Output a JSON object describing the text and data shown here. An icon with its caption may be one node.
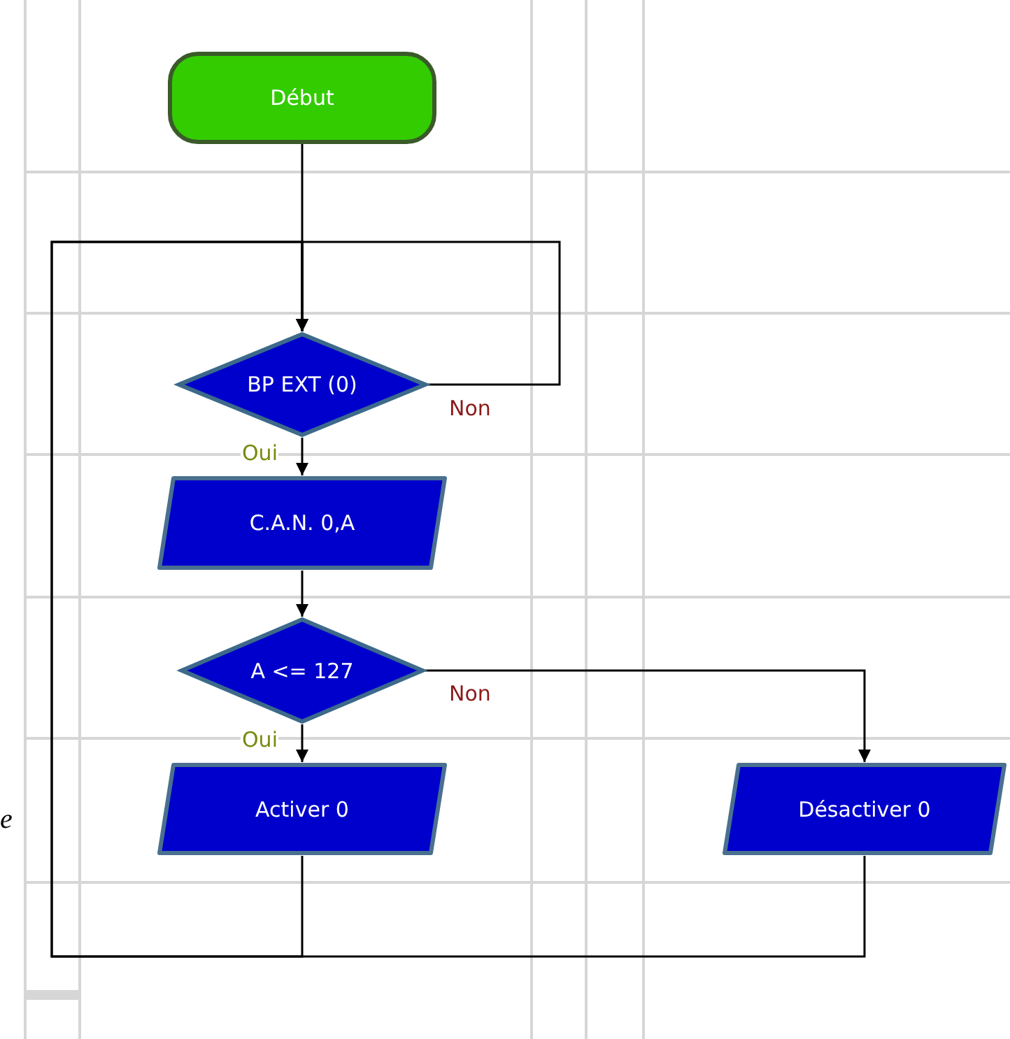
{
  "diagram": {
    "nodes": [
      {
        "text": [
          "Début"
        ]
      },
      {
        "text": [
          "BP EXT (0)"
        ]
      },
      {
        "text": [
          "C.A.N. 0,A"
        ]
      },
      {
        "text": [
          "A <= 127"
        ]
      },
      {
        "text": [
          "Activer 0"
        ]
      },
      {
        "text": [
          "Désactiver 0"
        ]
      }
    ],
    "edges": [
      {
        "from": 0,
        "to": 1,
        "arrow": "to"
      },
      {
        "from": 1,
        "to": 1,
        "arrow": "to",
        "label": "Non"
      },
      {
        "from": 1,
        "to": 2,
        "arrow": "to",
        "label": "Oui"
      },
      {
        "from": 2,
        "to": 3,
        "arrow": "to"
      },
      {
        "from": 3,
        "to": 4,
        "arrow": "to",
        "label": "Oui"
      },
      {
        "from": 3,
        "to": 5,
        "arrow": "to",
        "label": "Non"
      },
      {
        "from": 4,
        "to": 1,
        "arrow": "to"
      },
      {
        "from": 5,
        "to": 1,
        "arrow": "to"
      }
    ],
    "labels": [
      "e"
    ]
  }
}
